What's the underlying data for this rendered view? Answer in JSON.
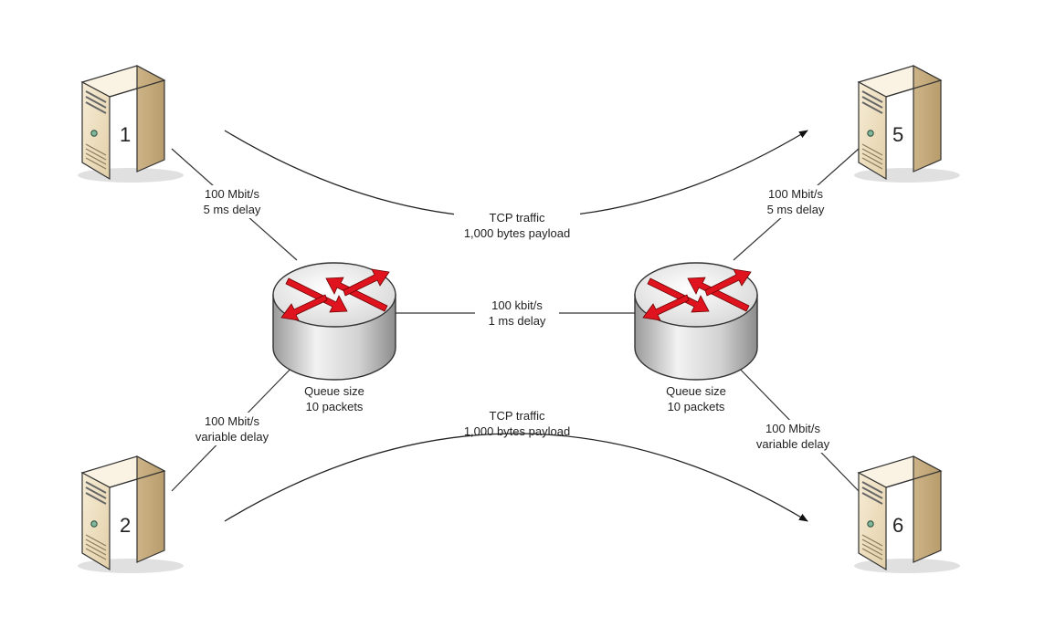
{
  "servers": [
    {
      "id": "server-1",
      "label": "1"
    },
    {
      "id": "server-2",
      "label": "2"
    },
    {
      "id": "server-5",
      "label": "5"
    },
    {
      "id": "server-6",
      "label": "6"
    }
  ],
  "routers": [
    {
      "id": "router-left",
      "queue_line1": "Queue size",
      "queue_line2": "10 packets"
    },
    {
      "id": "router-right",
      "queue_line1": "Queue size",
      "queue_line2": "10 packets"
    }
  ],
  "links": {
    "server1_router": {
      "rate": "100 Mbit/s",
      "delay": "5 ms delay"
    },
    "server2_router": {
      "rate": "100 Mbit/s",
      "delay": "variable delay"
    },
    "server5_router": {
      "rate": "100 Mbit/s",
      "delay": "5 ms delay"
    },
    "server6_router": {
      "rate": "100 Mbit/s",
      "delay": "variable delay"
    },
    "bottleneck": {
      "rate": "100 kbit/s",
      "delay": "1 ms delay"
    }
  },
  "flows": {
    "top": {
      "line1": "TCP traffic",
      "line2": "1,000 bytes payload"
    },
    "bottom": {
      "line1": "TCP traffic",
      "line2": "1,000 bytes payload"
    }
  },
  "colors": {
    "server_front": "#f1e4c8",
    "server_side": "#d8c29a",
    "server_top": "#faf3e3",
    "router_body": "#dcdcdc",
    "router_arrow": "#e0141e",
    "line": "#333333"
  }
}
